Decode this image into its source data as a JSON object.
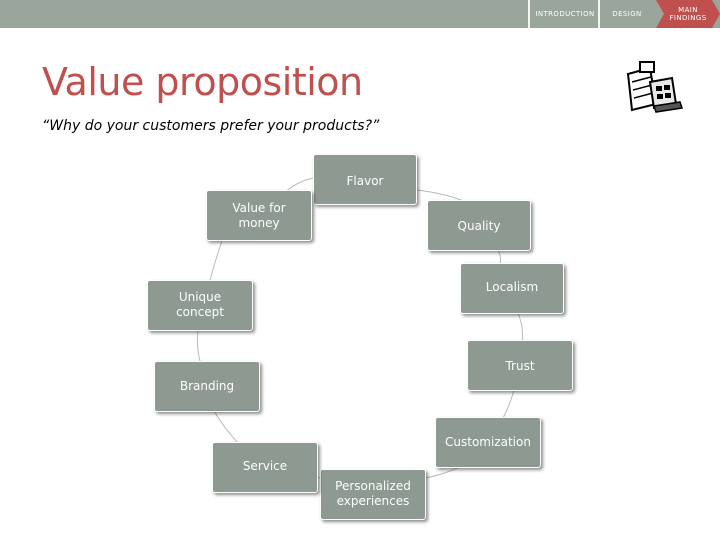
{
  "nav": {
    "introduction": "INTRODUCTION",
    "design": "DESIGN",
    "main_findings": "MAIN FINDINGS"
  },
  "title": "Value proposition",
  "subtitle": "“Why do your customers prefer your products?”",
  "diagram": {
    "type": "cycle",
    "nodes": [
      "Flavor",
      "Quality",
      "Localism",
      "Trust",
      "Customization",
      "Personalized experiences",
      "Service",
      "Branding",
      "Unique concept",
      "Value for money"
    ]
  },
  "colors": {
    "topbar": "#9aa59b",
    "nav_active": "#c0504d",
    "title": "#c0504d",
    "node_fill": "#8e9a91",
    "connector": "#b7bdb8"
  },
  "icons": {
    "decorative": "cash-register-icon"
  }
}
